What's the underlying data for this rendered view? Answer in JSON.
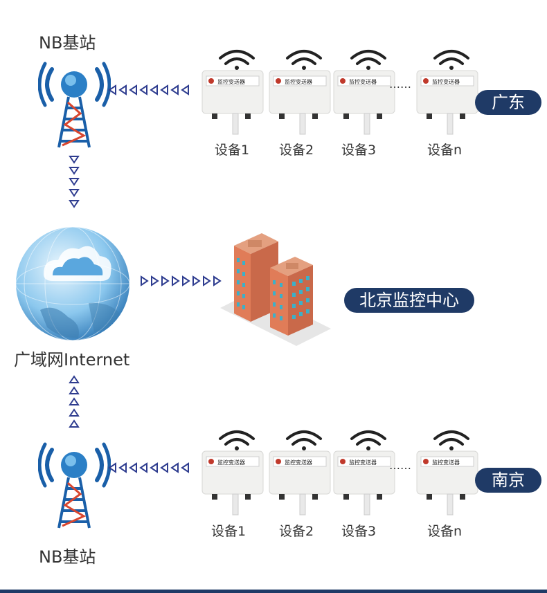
{
  "top_station": {
    "label": "NB基站"
  },
  "bottom_station": {
    "label": "NB基站"
  },
  "internet": {
    "label": "广域网Internet"
  },
  "monitor_center": {
    "label": "北京监控中心"
  },
  "regions": {
    "top": {
      "label": "广东"
    },
    "bottom": {
      "label": "南京"
    }
  },
  "devices_top": [
    {
      "label": "设备1",
      "plate": "监控变送器"
    },
    {
      "label": "设备2",
      "plate": "监控变送器"
    },
    {
      "label": "设备3",
      "plate": "监控变送器"
    },
    {
      "label": "设备n",
      "plate": "监控变送器"
    }
  ],
  "devices_bottom": [
    {
      "label": "设备1",
      "plate": "监控变送器"
    },
    {
      "label": "设备2",
      "plate": "监控变送器"
    },
    {
      "label": "设备3",
      "plate": "监控变送器"
    },
    {
      "label": "设备n",
      "plate": "监控变送器"
    }
  ],
  "ellipsis": "……",
  "colors": {
    "accent": "#1f3a66",
    "arrow": "#2e3c8f",
    "tower": "#1a5fa8",
    "building_wall": "#d97a55",
    "building_window": "#3bb0c9"
  }
}
